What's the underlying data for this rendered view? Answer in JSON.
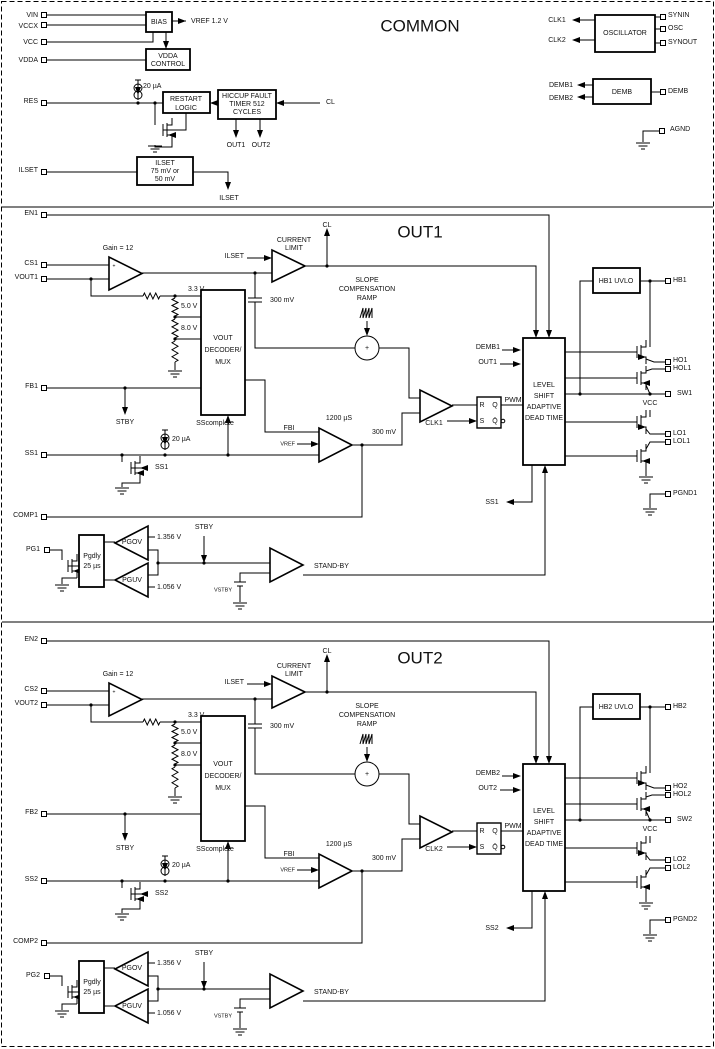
{
  "common": {
    "title": "COMMON",
    "pins": {
      "vin": "VIN",
      "vccx": "VCCX",
      "vcc": "VCC",
      "vdda": "VDDA",
      "res": "RES",
      "ilset": "ILSET",
      "synin": "SYNIN",
      "osc": "OSC",
      "synout": "SYNOUT",
      "demb": "DEMB",
      "agnd": "AGND"
    },
    "bias": "BIAS",
    "vref": "VREF 1.2 V",
    "vdda_control": [
      "VDDA",
      "CONTROL"
    ],
    "current_source": "20 µA",
    "restart_logic": [
      "RESTART",
      "LOGIC"
    ],
    "hiccup": [
      "HICCUP FAULT",
      "TIMER 512",
      "CYCLES"
    ],
    "cl": "CL",
    "out1": "OUT1",
    "out2": "OUT2",
    "ilset_block": [
      "ILSET",
      "75 mV or",
      "50 mV"
    ],
    "ilset_out": "ILSET",
    "oscillator": "OSCILLATOR",
    "clk1": "CLK1",
    "clk2": "CLK2",
    "demb_block": "DEMB",
    "demb1": "DEMB1",
    "demb2": "DEMB2"
  },
  "out1": {
    "title": "OUT1",
    "en": "EN1",
    "cs": "CS1",
    "vout": "VOUT1",
    "fb": "FB1",
    "ss": "SS1",
    "comp": "COMP1",
    "pg": "PG1",
    "gain": "Gain = 12",
    "current_limit": [
      "CURRENT",
      "LIMIT"
    ],
    "ilset": "ILSET",
    "cl": "CL",
    "cap_300mv": "300 mV",
    "v33": "3.3 V",
    "v50": "5.0 V",
    "v80": "8.0 V",
    "decoder": [
      "VOUT",
      "DECODER/",
      "MUX"
    ],
    "slope": [
      "SLOPE",
      "COMPENSATION",
      "RAMP"
    ],
    "sum": "+",
    "stby": "STBY",
    "sscomplete": "SScomplete",
    "fbi": "FBI",
    "gm": "1200 µS",
    "vref": "VREF",
    "ea_out": "300 mV",
    "current_source": "20 µA",
    "ss_gate": "SS1",
    "flipflop": {
      "r": "R",
      "q": "Q",
      "s": "S",
      "qbar": "Q̄"
    },
    "pwm": "PWM",
    "clk": "CLK1",
    "demb": "DEMB1",
    "out": "OUT1",
    "level_shift": [
      "LEVEL",
      "SHIFT",
      "ADAPTIVE",
      "DEAD TIME"
    ],
    "ss_out": "SS1",
    "uvlo": "HB1 UVLO",
    "hb": "HB1",
    "ho": "HO1",
    "hol": "HOL1",
    "sw": "SW1",
    "vcc": "VCC",
    "lo": "LO1",
    "lol": "LOL1",
    "pgnd": "PGND1",
    "pgdly": [
      "Pgdly",
      "25 µs"
    ],
    "pgov": "PGOV",
    "pguv": "PGUV",
    "v1356": "1.356 V",
    "v1056": "1.056 V",
    "standby": "STAND-BY",
    "vstby": "VSTBY"
  },
  "out2": {
    "title": "OUT2",
    "en": "EN2",
    "cs": "CS2",
    "vout": "VOUT2",
    "fb": "FB2",
    "ss": "SS2",
    "comp": "COMP2",
    "pg": "PG2",
    "gain": "Gain = 12",
    "current_limit": [
      "CURRENT",
      "LIMIT"
    ],
    "ilset": "ILSET",
    "cl": "CL",
    "cap_300mv": "300 mV",
    "v33": "3.3 V",
    "v50": "5.0 V",
    "v80": "8.0 V",
    "decoder": [
      "VOUT",
      "DECODER/",
      "MUX"
    ],
    "slope": [
      "SLOPE",
      "COMPENSATION",
      "RAMP"
    ],
    "sum": "+",
    "stby": "STBY",
    "sscomplete": "SScomplete",
    "fbi": "FBI",
    "gm": "1200 µS",
    "vref": "VREF",
    "ea_out": "300 mV",
    "current_source": "20 µA",
    "ss_gate": "SS2",
    "flipflop": {
      "r": "R",
      "q": "Q",
      "s": "S",
      "qbar": "Q̄"
    },
    "pwm": "PWM",
    "clk": "CLK2",
    "demb": "DEMB2",
    "out": "OUT2",
    "level_shift": [
      "LEVEL",
      "SHIFT",
      "ADAPTIVE",
      "DEAD TIME"
    ],
    "ss_out": "SS2",
    "uvlo": "HB2 UVLO",
    "hb": "HB2",
    "ho": "HO2",
    "hol": "HOL2",
    "sw": "SW2",
    "vcc": "VCC",
    "lo": "LO2",
    "lol": "LOL2",
    "pgnd": "PGND2",
    "pgdly": [
      "Pgdly",
      "25 µs"
    ],
    "pgov": "PGOV",
    "pguv": "PGUV",
    "v1356": "1.356 V",
    "v1056": "1.056 V",
    "standby": "STAND-BY",
    "vstby": "VSTBY"
  }
}
